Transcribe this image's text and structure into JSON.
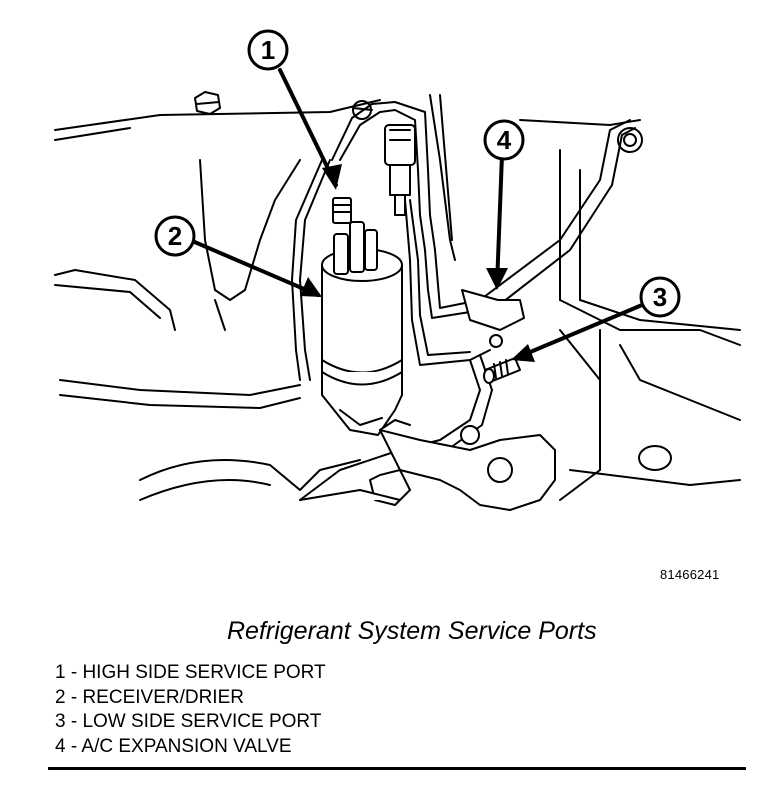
{
  "figure": {
    "number": "81466241",
    "title": "Refrigerant System Service Ports"
  },
  "callouts": [
    {
      "id": "1",
      "label": "1"
    },
    {
      "id": "2",
      "label": "2"
    },
    {
      "id": "3",
      "label": "3"
    },
    {
      "id": "4",
      "label": "4"
    }
  ],
  "legend": [
    "1 - HIGH SIDE SERVICE PORT",
    "2 - RECEIVER/DRIER",
    "3 - LOW SIDE SERVICE PORT",
    "4 - A/C EXPANSION VALVE"
  ]
}
